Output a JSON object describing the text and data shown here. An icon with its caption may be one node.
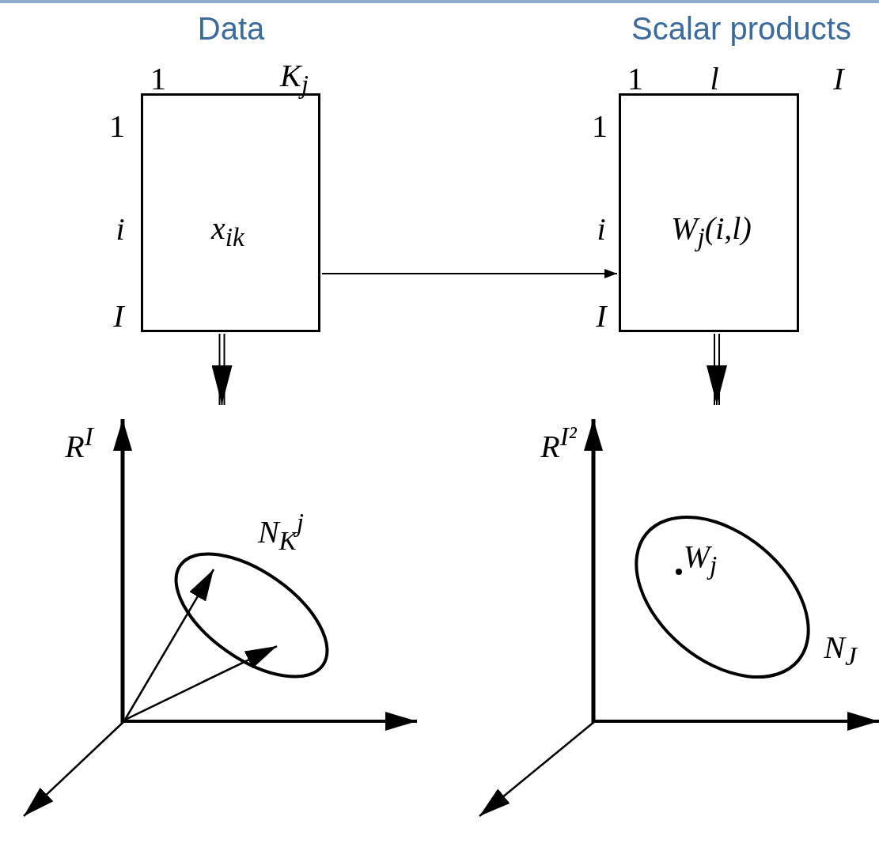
{
  "diagram": {
    "nodes": [
      {
        "text": [
          "x$_{ik}$"
        ],
        "beside": [
          "1",
          "K$_{j}$",
          "1",
          "i",
          "I"
        ]
      },
      {
        "text": [
          "W$_{j}$(i,l)"
        ],
        "beside": [
          "1",
          "l",
          "I",
          "1",
          "i",
          "I"
        ]
      },
      {
        "text": [],
        "shape": "ellipse",
        "beside": [
          "N$_{K}$$^{j}$"
        ]
      },
      {
        "text": [],
        "shape": "ellipse",
        "beside": [
          "N$_{J}$"
        ]
      }
    ],
    "edges": [
      {
        "from": 0,
        "to": 1,
        "arrow": "to"
      },
      {
        "from": 0,
        "to": null,
        "arrow": "to"
      },
      {
        "from": 1,
        "to": null,
        "arrow": "to"
      },
      {
        "from": null,
        "to": 2,
        "arrow": "to"
      },
      {
        "from": null,
        "to": 2,
        "arrow": "to"
      }
    ],
    "labels": [
      "Data",
      "Scalar products",
      "R$^{I}$",
      "R$^{I²}$",
      "W$_{j}$"
    ]
  }
}
